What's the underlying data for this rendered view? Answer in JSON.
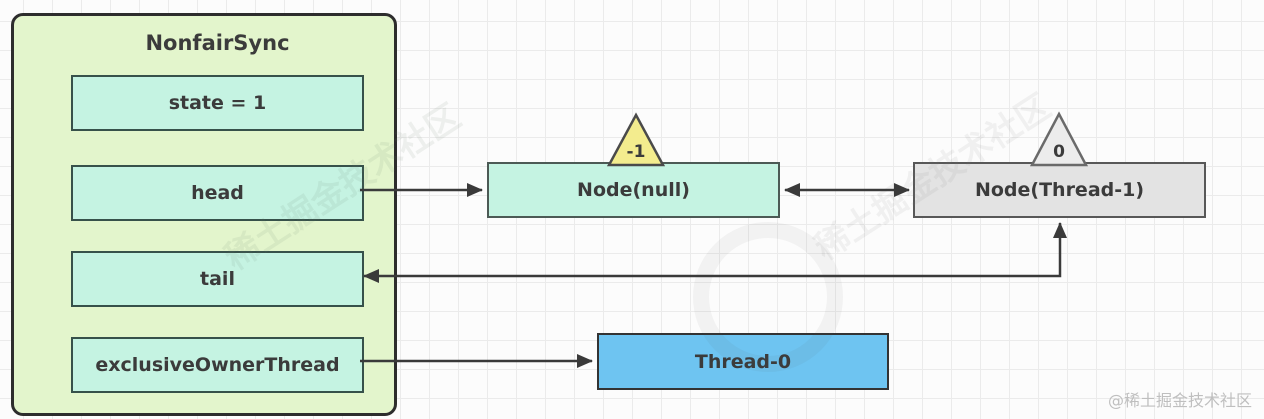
{
  "sync": {
    "title": "NonfairSync",
    "fields": [
      {
        "label": "state = 1"
      },
      {
        "label": "head"
      },
      {
        "label": "tail"
      },
      {
        "label": "exclusiveOwnerThread"
      }
    ]
  },
  "nodes": {
    "head_node": {
      "label": "Node(null)",
      "wait_status": "-1"
    },
    "tail_node": {
      "label": "Node(Thread-1)",
      "wait_status": "0"
    },
    "owner_thread": {
      "label": "Thread-0"
    }
  },
  "watermark": {
    "credit": "@稀土掘金技术社区",
    "ghost": "稀土掘金技术社区"
  },
  "colors": {
    "container_bg": "#e3f5cc",
    "field_bg": "#c5f3e2",
    "node_null_bg": "#c5f3e2",
    "node_thread1_bg": "#e3e3e3",
    "thread0_bg": "#6ec4f1",
    "badge_minus1_bg": "#f3ec8e",
    "badge_zero_bg": "#ececec",
    "line": "#3a3a3a"
  }
}
